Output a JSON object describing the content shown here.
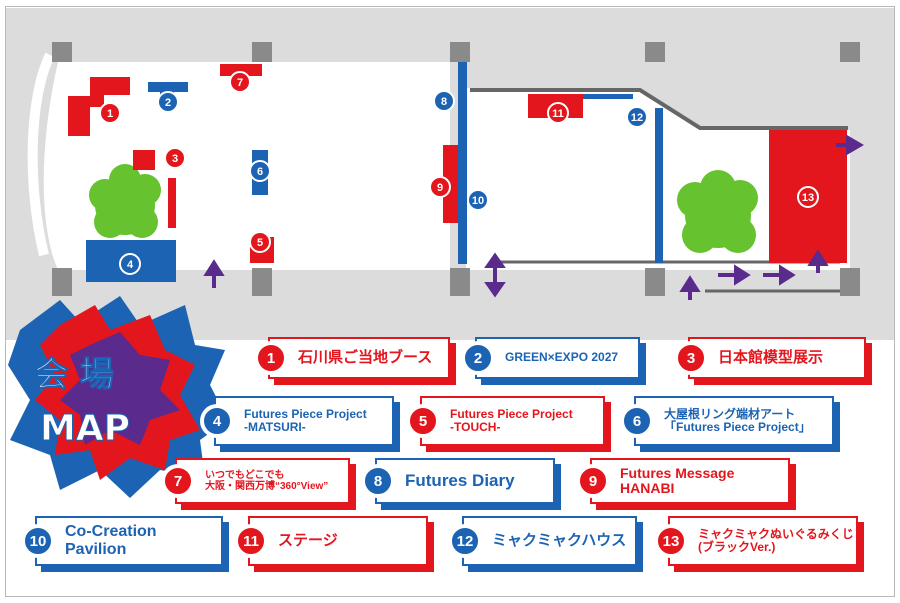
{
  "title": {
    "line1": "会 場",
    "line2": "MAP"
  },
  "colors": {
    "red": "#e3161d",
    "blue": "#1c63b3",
    "grey": "#dcdcdc",
    "purple": "#5a2a8c",
    "green": "#66c22e"
  },
  "map_markers": [
    "1",
    "2",
    "3",
    "4",
    "5",
    "6",
    "7",
    "8",
    "9",
    "10",
    "11",
    "12",
    "13"
  ],
  "legend": [
    {
      "num": "1",
      "label": "石川県ご当地ブース",
      "color": "red"
    },
    {
      "num": "2",
      "label": "GREEN×EXPO 2027",
      "color": "blue"
    },
    {
      "num": "3",
      "label": "日本館模型展示",
      "color": "red"
    },
    {
      "num": "4",
      "label": "Futures Piece Project\n-MATSURI-",
      "color": "blue"
    },
    {
      "num": "5",
      "label": "Futures Piece Project\n-TOUCH-",
      "color": "red"
    },
    {
      "num": "6",
      "label": "大屋根リング端材アート\n「Futures Piece Project」",
      "color": "blue"
    },
    {
      "num": "7",
      "label": "いつでもどこでも\n大阪・関西万博“360°View”",
      "color": "red"
    },
    {
      "num": "8",
      "label": "Futures Diary",
      "color": "blue"
    },
    {
      "num": "9",
      "label": "Futures Message\nHANABI",
      "color": "red"
    },
    {
      "num": "10",
      "label": "Co-Creation\nPavilion",
      "color": "blue"
    },
    {
      "num": "11",
      "label": "ステージ",
      "color": "red"
    },
    {
      "num": "12",
      "label": "ミャクミャクハウス",
      "color": "blue"
    },
    {
      "num": "13",
      "label": "ミャクミャクぬいぐるみくじ\n(ブラックVer.)",
      "color": "red"
    }
  ]
}
